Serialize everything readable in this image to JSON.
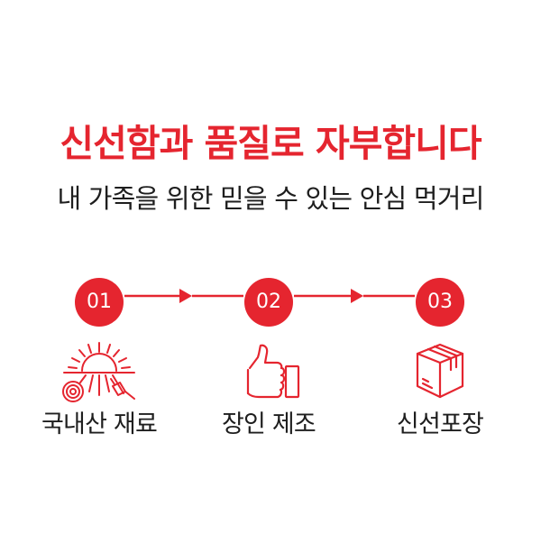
{
  "headline": "신선함과 품질로 자부합니다",
  "subheadline": "내 가족을 위한 믿을 수 있는 안심 먹거리",
  "colors": {
    "accent": "#e5252f",
    "text": "#1e1e1e",
    "background": "#ffffff"
  },
  "steps": [
    {
      "number": "01",
      "label": "국내산 재료",
      "icon": "sunrise-field-icon"
    },
    {
      "number": "02",
      "label": "장인 제조",
      "icon": "thumbs-up-icon"
    },
    {
      "number": "03",
      "label": "신선포장",
      "icon": "package-box-icon"
    }
  ]
}
